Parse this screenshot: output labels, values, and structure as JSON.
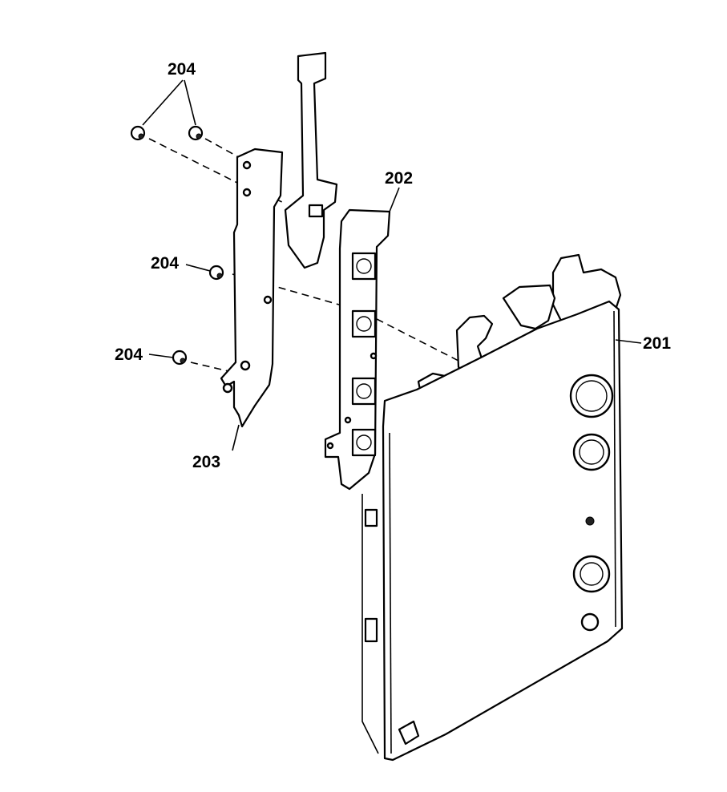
{
  "labels": {
    "top_screws": "204",
    "middle_screw": "204",
    "lower_screw": "204",
    "bracket": "203",
    "strip": "202",
    "main_plate": "201"
  }
}
